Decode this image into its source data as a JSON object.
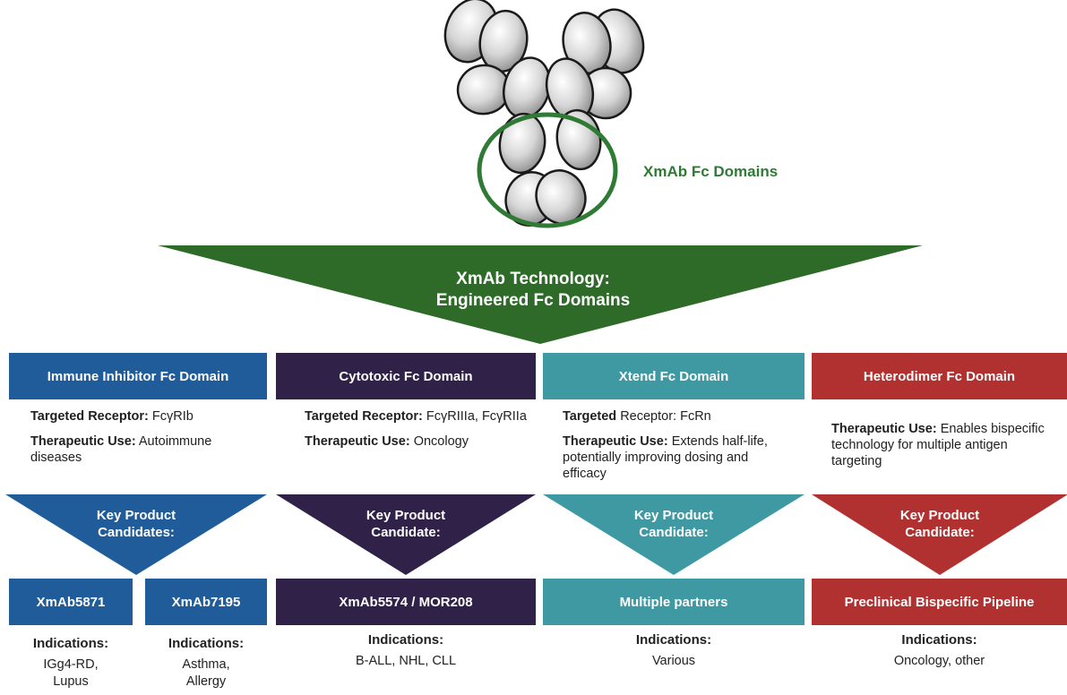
{
  "fc_domains_label": "XmAb Fc Domains",
  "technology": {
    "line1": "XmAb Technology:",
    "line2": "Engineered Fc Domains"
  },
  "colors": {
    "green": "#2e6b28",
    "blue": "#1f5c99",
    "purple": "#302149",
    "teal": "#3f99a3",
    "red": "#b13030"
  },
  "domains": [
    {
      "header": "Immune Inhibitor Fc Domain",
      "receptor_label": "Targeted Receptor:",
      "receptor_value": "FcγRIb",
      "use_label": "Therapeutic Use:",
      "use_value": "Autoimmune diseases",
      "candidate_line1": "Key Product",
      "candidate_line2": "Candidates:",
      "products": [
        {
          "name": "XmAb5871",
          "indications_label": "Indications:",
          "line1": "IGg4-RD,",
          "line2": "Lupus"
        },
        {
          "name": "XmAb7195",
          "indications_label": "Indications:",
          "line1": "Asthma,",
          "line2": "Allergy"
        }
      ]
    },
    {
      "header": "Cytotoxic Fc Domain",
      "receptor_label": "Targeted Receptor:",
      "receptor_value": "FcγRIIIa, FcγRIIa",
      "use_label": "Therapeutic Use:",
      "use_value": "Oncology",
      "candidate_line1": "Key Product",
      "candidate_line2": "Candidate:",
      "products": [
        {
          "name": "XmAb5574 / MOR208",
          "indications_label": "Indications:",
          "line1": "B-ALL, NHL, CLL"
        }
      ]
    },
    {
      "header": "Xtend Fc Domain",
      "receptor_label": "Targeted",
      "receptor_value": "Receptor: FcRn",
      "use_label": "Therapeutic Use:",
      "use_value": "Extends half-life, potentially improving dosing and efficacy",
      "candidate_line1": "Key Product",
      "candidate_line2": "Candidate:",
      "products": [
        {
          "name": "Multiple partners",
          "indications_label": "Indications:",
          "line1": "Various"
        }
      ]
    },
    {
      "header": "Heterodimer Fc Domain",
      "use_label": "Therapeutic Use:",
      "use_value": "Enables bispecific technology for multiple antigen targeting",
      "candidate_line1": "Key Product",
      "candidate_line2": "Candidate:",
      "products": [
        {
          "name": "Preclinical Bispecific Pipeline",
          "indications_label": "Indications:",
          "line1": "Oncology, other"
        }
      ]
    }
  ]
}
